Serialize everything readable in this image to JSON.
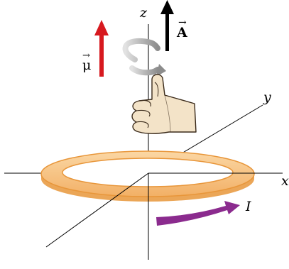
{
  "axes": {
    "x": "x",
    "y": "y",
    "z": "z"
  },
  "labels": {
    "A": "A",
    "mu": "μ",
    "current": "I",
    "vector_arrow": "⃗"
  },
  "colors": {
    "ring_fill": "#f7c27e",
    "ring_edge": "#e8963a",
    "ring_inner": "#ffffff",
    "mu_arrow": "#d7191f",
    "A_arrow": "#000000",
    "current_arrow": "#8b2b8e",
    "curl_arrow": "#a8a8a8",
    "axis": "#000000",
    "hand_fill": "#f3e3c8",
    "hand_stroke": "#3a2a1a"
  },
  "icons": {
    "hand": "thumbs-up-right-hand-icon",
    "curl": "curved-rotation-arrow-icon"
  }
}
